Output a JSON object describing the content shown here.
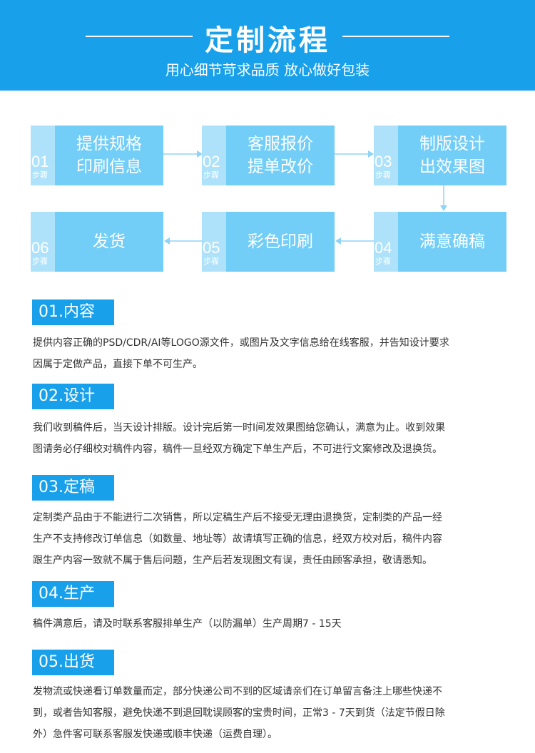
{
  "header": {
    "title": "定制流程",
    "subtitle": "用心细节苛求品质 放心做好包装"
  },
  "flow": {
    "step_label": "步骤",
    "steps": [
      {
        "num": "01",
        "lines": [
          "提供规格",
          "印刷信息"
        ]
      },
      {
        "num": "02",
        "lines": [
          "客服报价",
          "提单改价"
        ]
      },
      {
        "num": "03",
        "lines": [
          "制版设计",
          "出效果图"
        ]
      },
      {
        "num": "04",
        "lines": [
          "满意确稿"
        ]
      },
      {
        "num": "05",
        "lines": [
          "彩色印刷"
        ]
      },
      {
        "num": "06",
        "lines": [
          "发货"
        ]
      }
    ]
  },
  "sections": [
    {
      "title": "01.内容",
      "lines": [
        "提供内容正确的PSD/CDR/AI等LOGO源文件，或图片及文字信息给在线客服，并告知设计要求",
        "因属于定做产品，直接下单不可生产。"
      ]
    },
    {
      "title": "02.设计",
      "lines": [
        "我们收到稿件后，当天设计排版。设计完后第一时I间发效果图给您确认，满意为止。收到效果",
        "图请务必仔细校对稿件内容，稿件一旦经双方确定下单生产后，不可进行文案修改及退换货。"
      ]
    },
    {
      "title": "03.定稿",
      "lines": [
        "定制类产品由于不能进行二次销售，所以定稿生产后不接受无理由退换货，定制类的产品一经",
        "生产不支持修改订单信息（如数量、地址等）故请填写正确的信息，经双方校对后，稿件内容",
        "跟生产内容一致就不属于售后问题，生产后若发现图文有误，责任由顾客承担，敬请悉知。"
      ]
    },
    {
      "title": "04.生产",
      "lines": [
        "稿件满意后，请及时联系客服排单生产（以防漏单）生产周期7 - 15天"
      ]
    },
    {
      "title": "05.出货",
      "lines": [
        "发物流或快递看订单数量而定，部分快递公司不到的区域请亲们在订单留言备注上哪些快递不",
        "到，或者告知客服，避免快递不到退回耽误顾客的宝贵时间，正常3 - 7天到货（法定节假日除",
        "外）急件客可联系客服发快递或顺丰快递（运费自理）。"
      ]
    }
  ]
}
